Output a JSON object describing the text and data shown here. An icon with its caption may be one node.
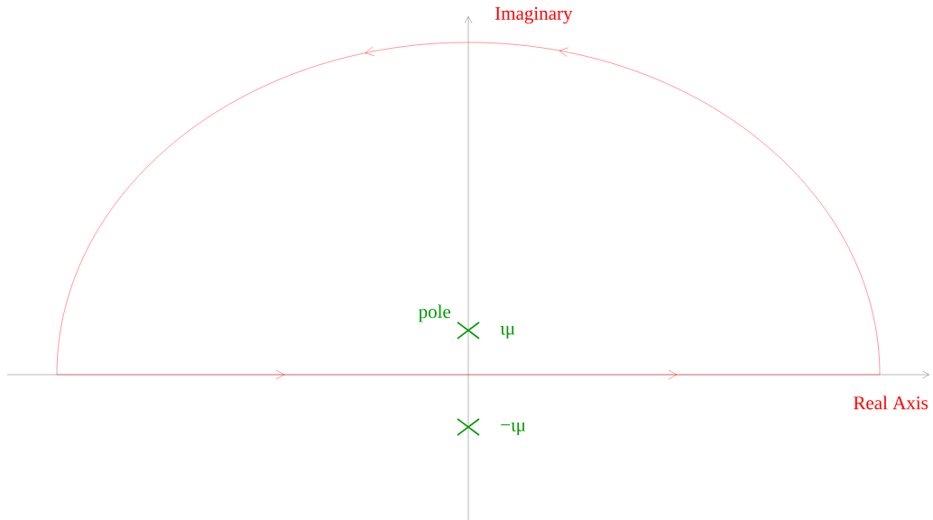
{
  "diagram": {
    "labels": [
      "Imaginary",
      "pole",
      "ιμ",
      "Real Axis",
      "−ιμ"
    ]
  }
}
